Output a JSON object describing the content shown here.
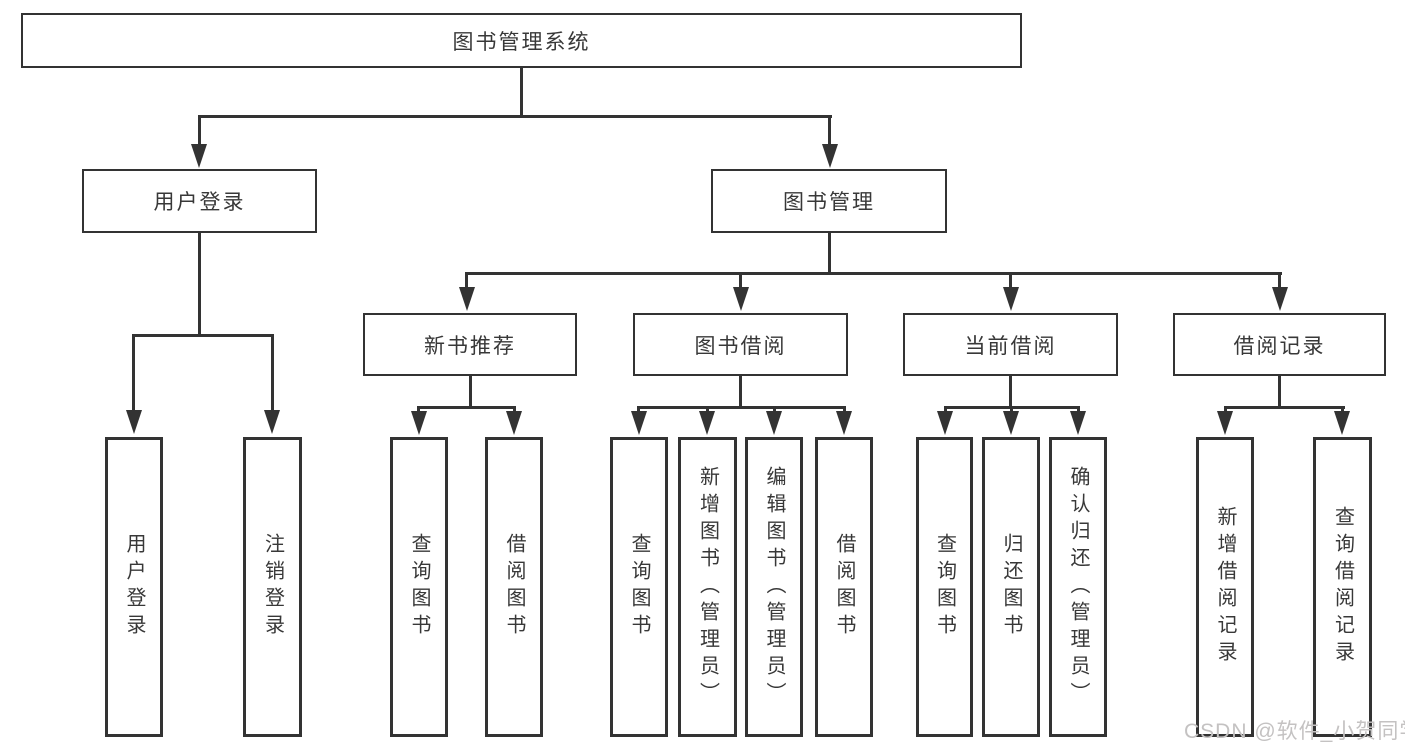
{
  "diagram": {
    "type": "hierarchy",
    "root": {
      "label": "图书管理系统"
    },
    "level2": [
      {
        "label": "用户登录",
        "parent": "图书管理系统"
      },
      {
        "label": "图书管理",
        "parent": "图书管理系统"
      }
    ],
    "level3": [
      {
        "label": "新书推荐",
        "parent": "图书管理"
      },
      {
        "label": "图书借阅",
        "parent": "图书管理"
      },
      {
        "label": "当前借阅",
        "parent": "图书管理"
      },
      {
        "label": "借阅记录",
        "parent": "图书管理"
      }
    ],
    "leaves": [
      {
        "label": "用户登录",
        "parent": "用户登录"
      },
      {
        "label": "注销登录",
        "parent": "用户登录"
      },
      {
        "label": "查询图书",
        "parent": "新书推荐"
      },
      {
        "label": "借阅图书",
        "parent": "新书推荐"
      },
      {
        "label": "查询图书",
        "parent": "图书借阅"
      },
      {
        "label": "新增图书（管理员）",
        "parent": "图书借阅"
      },
      {
        "label": "编辑图书（管理员）",
        "parent": "图书借阅"
      },
      {
        "label": "借阅图书",
        "parent": "图书借阅"
      },
      {
        "label": "查询图书",
        "parent": "当前借阅"
      },
      {
        "label": "归还图书",
        "parent": "当前借阅"
      },
      {
        "label": "确认归还（管理员）",
        "parent": "当前借阅"
      },
      {
        "label": "新增借阅记录",
        "parent": "借阅记录"
      },
      {
        "label": "查询借阅记录",
        "parent": "借阅记录"
      }
    ],
    "watermark": "CSDN @软件_小贺同学",
    "colors": {
      "line": "#333333",
      "border": "#333333",
      "text": "#383838",
      "watermark": "#c4c2c2",
      "background": "#ffffff"
    }
  }
}
